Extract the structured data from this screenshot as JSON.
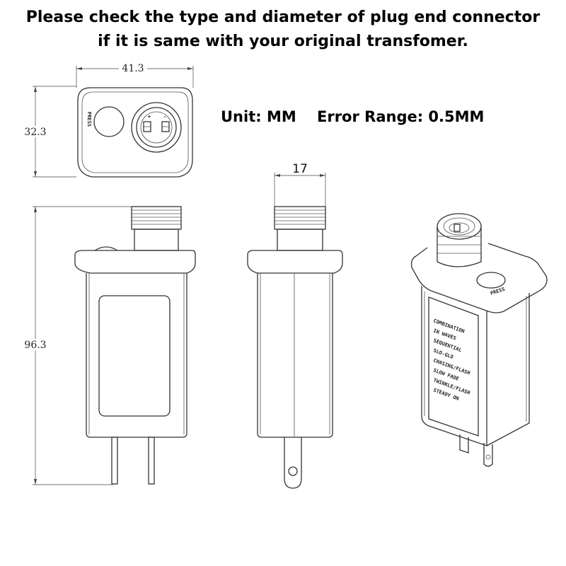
{
  "heading": {
    "line1": "Please check the type and diameter of plug end connector",
    "line2": "if it is same with your original transfomer."
  },
  "specs": {
    "unit": "Unit: MM",
    "error_range": "Error Range: 0.5MM"
  },
  "dimensions": {
    "top_width": "41.3",
    "top_depth": "32.3",
    "overall_height": "96.3",
    "connector_width": "17"
  },
  "labels": {
    "press_top": "PRESS",
    "press_iso": "PRESS",
    "polarity_plus": "+",
    "polarity_minus": "-"
  },
  "function_label_lines": [
    "COMBINATION",
    "IN WAVES",
    "SEQUENTIAL",
    "SLO-GLO",
    "CHASING/FLASH",
    "SLOW FADE",
    "TWINKLE/FLASH",
    "STEADY ON"
  ]
}
